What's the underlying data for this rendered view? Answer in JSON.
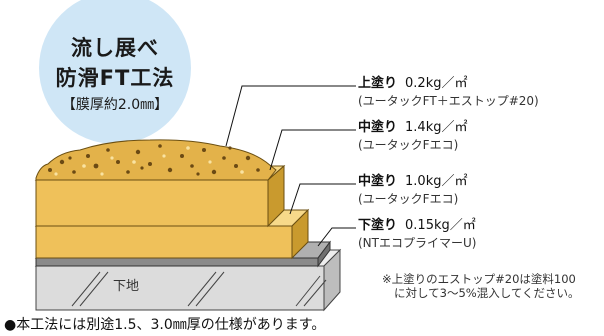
{
  "badge": {
    "line1": "流し展べ",
    "line2": "防滑FT工法",
    "line3": "【膜厚約2.0㎜】"
  },
  "layers": [
    {
      "name": "上塗り",
      "amount": "0.2kg／㎡",
      "detail": "(ユータックFT＋エストップ#20)"
    },
    {
      "name": "中塗り",
      "amount": "1.4kg／㎡",
      "detail": "(ユータックFエコ)"
    },
    {
      "name": "中塗り",
      "amount": "1.0kg／㎡",
      "detail": "(ユータックFエコ)"
    },
    {
      "name": "下塗り",
      "amount": "0.15kg／㎡",
      "detail": "(NTエコプライマーU)"
    }
  ],
  "base_label": "下地",
  "note": {
    "line1": "※上塗りのエストップ#20は塗料100",
    "line2": "に対して3〜5%混入してください。"
  },
  "footer": "●本工法には別途1.5、3.0㎜厚の仕様があります。",
  "colors": {
    "badge_fill": "#cfe6f6",
    "coat": "#efc15a",
    "coat_dark": "#c99a2e",
    "base": "#dcdcdc",
    "primer": "#8a8a8a"
  }
}
